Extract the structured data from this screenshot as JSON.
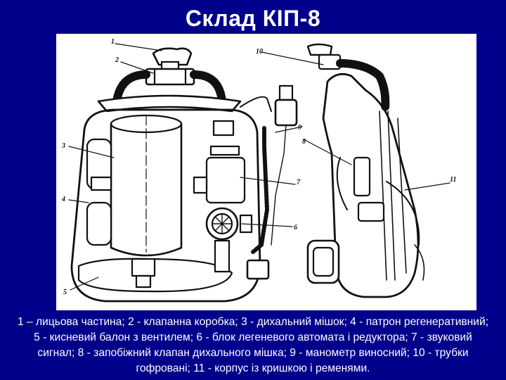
{
  "slide": {
    "title": "Склад КІП-8",
    "caption": "1 – лицьова частина; 2 - клапанна коробка; 3 - дихальний мішок; 4 - патрон регенеративний; 5 - кисневий балон з вентилем; 6 - блок легеневого автомата і редуктора; 7 - звуковий сигнал; 8 - запобіжний клапан дихального мішка; 9 - манометр виносний; 10 - трубки гофровані; 11 - корпус із кришкою і ременями."
  },
  "figure": {
    "callouts": [
      "1",
      "2",
      "3",
      "4",
      "5",
      "6",
      "7",
      "8",
      "9",
      "10",
      "11"
    ]
  },
  "colors": {
    "background": "#00008b",
    "text": "#ffffff",
    "figure_bg": "#ffffff",
    "ink": "#111111"
  }
}
